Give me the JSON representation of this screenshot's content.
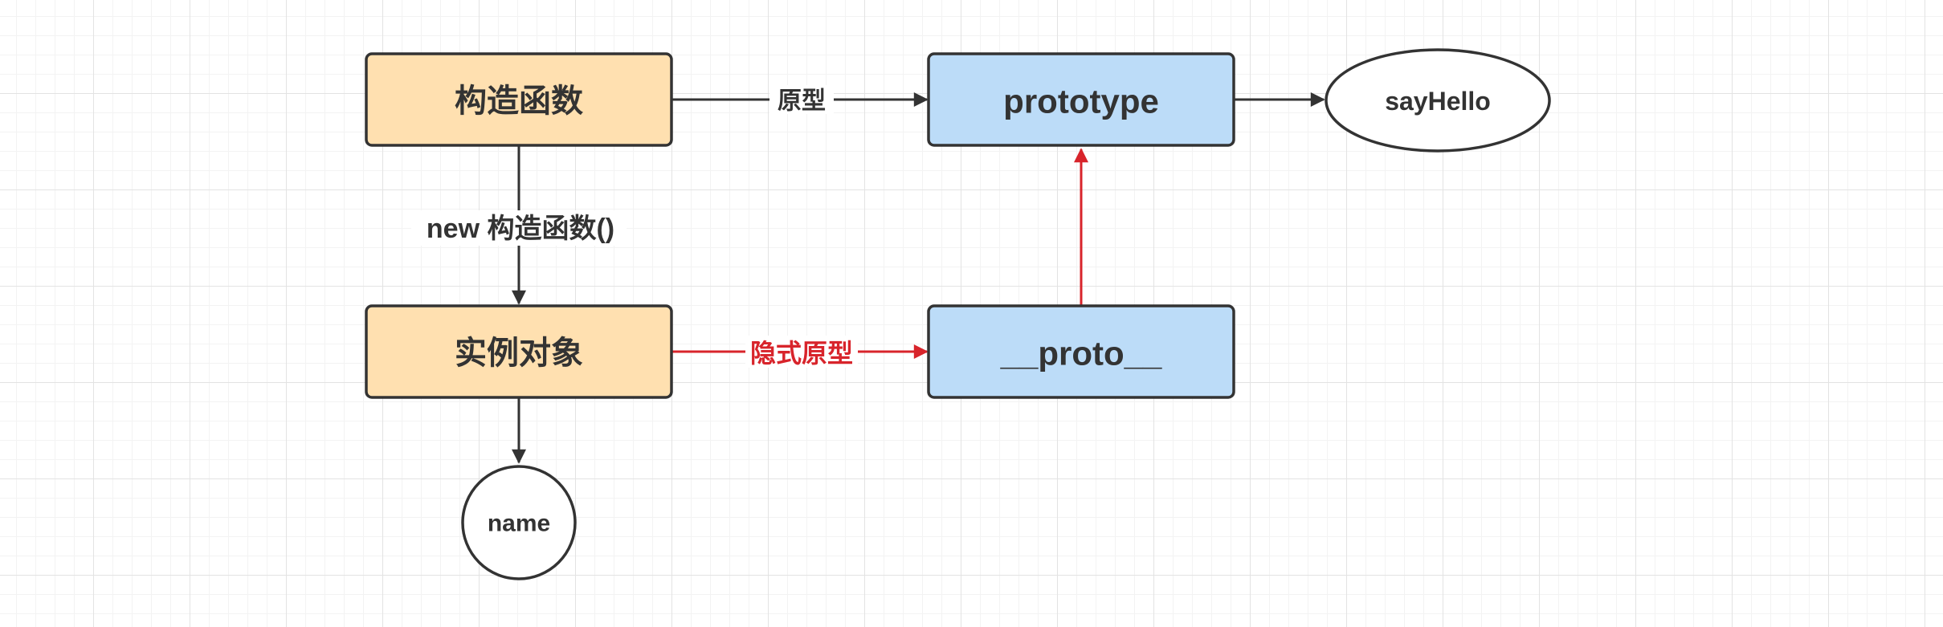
{
  "nodes": {
    "constructor": {
      "label": "构造函数",
      "fill": "#ffe0b0",
      "stroke": "#333333"
    },
    "prototype": {
      "label": "prototype",
      "fill": "#bcdcf8",
      "stroke": "#333333"
    },
    "say_hello": {
      "label": "sayHello",
      "fill": "#ffffff",
      "stroke": "#333333"
    },
    "instance": {
      "label": "实例对象",
      "fill": "#ffe0b0",
      "stroke": "#333333"
    },
    "proto": {
      "label": "__proto__",
      "fill": "#bcdcf8",
      "stroke": "#333333"
    },
    "name": {
      "label": "name",
      "fill": "#ffffff",
      "stroke": "#333333"
    }
  },
  "edges": {
    "prototype_link": {
      "label": "原型",
      "color": "#333333"
    },
    "new_instance": {
      "label": "new 构造函数()",
      "color": "#333333"
    },
    "implicit_prototype": {
      "label": "隐式原型",
      "color": "#d8242b"
    },
    "proto_to_prototype": {
      "color": "#d8242b"
    },
    "prototype_to_sayhello": {
      "color": "#333333"
    },
    "instance_to_name": {
      "color": "#333333"
    }
  }
}
